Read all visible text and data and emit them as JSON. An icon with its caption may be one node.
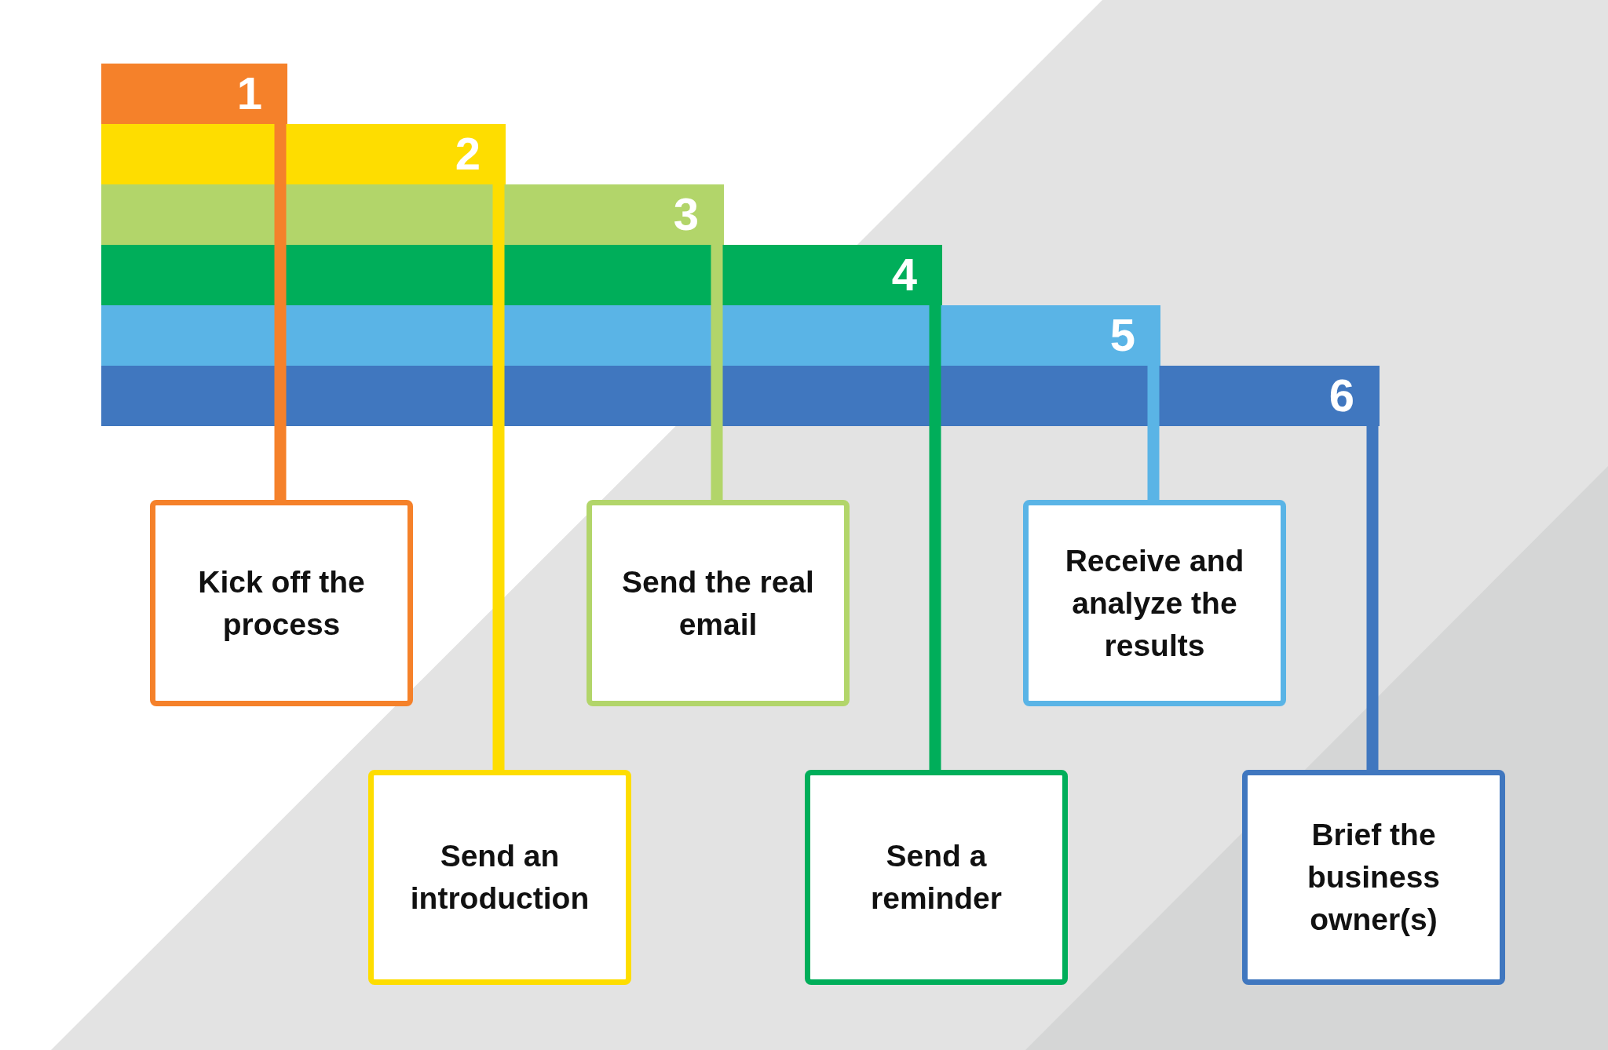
{
  "diagram": {
    "nodes": [
      {
        "text": [
          "1"
        ]
      },
      {
        "text": [
          "2"
        ]
      },
      {
        "text": [
          "3"
        ]
      },
      {
        "text": [
          "4"
        ]
      },
      {
        "text": [
          "5"
        ]
      },
      {
        "text": [
          "6"
        ]
      },
      {
        "text": [
          "Kick off the process"
        ]
      },
      {
        "text": [
          "Send an introduction"
        ]
      },
      {
        "text": [
          "Send the real email"
        ]
      },
      {
        "text": [
          "Send a reminder"
        ]
      },
      {
        "text": [
          "Receive and analyze the results"
        ]
      },
      {
        "text": [
          "Brief the business owner(s)"
        ]
      }
    ],
    "edges": [
      {
        "from": 0,
        "to": 6,
        "arrow": "none",
        "color": "#f5812a"
      },
      {
        "from": 1,
        "to": 7,
        "arrow": "none",
        "color": "#fedd00"
      },
      {
        "from": 2,
        "to": 8,
        "arrow": "none",
        "color": "#b2d56a"
      },
      {
        "from": 3,
        "to": 9,
        "arrow": "none",
        "color": "#00ae5a"
      },
      {
        "from": 4,
        "to": 10,
        "arrow": "none",
        "color": "#5ab4e6"
      },
      {
        "from": 5,
        "to": 11,
        "arrow": "none",
        "color": "#4077bf"
      }
    ]
  }
}
